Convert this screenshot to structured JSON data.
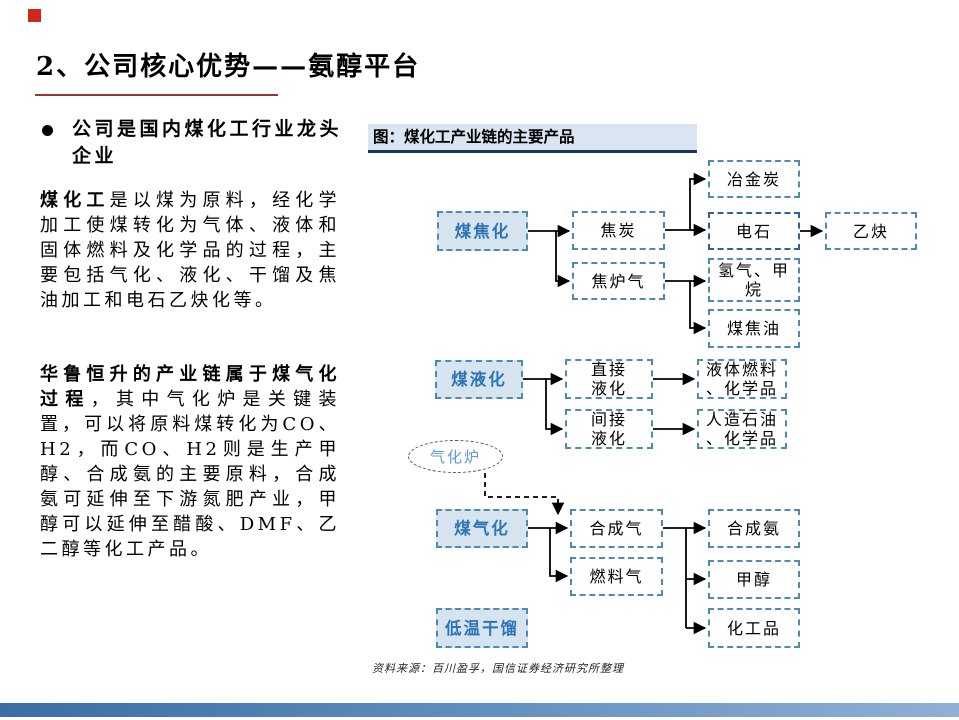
{
  "slide": {
    "title": "2、公司核心优势——氨醇平台",
    "source": "资料来源：百川盈孚，国信证券经济研究所整理"
  },
  "left_column": {
    "bullet_heading": "公司是国内煤化工行业龙头企业",
    "para1": {
      "bold": "煤化工",
      "rest": "是以煤为原料，经化学加工使煤转化为气体、液体和固体燃料及化学品的过程，主要包括气化、液化、干馏及焦油加工和电石乙炔化等。"
    },
    "para2": {
      "bold": "华鲁恒升的产业链属于煤气化过程",
      "rest": "，其中气化炉是关键装置，可以将原料煤转化为CO、H2，而CO、H2则是生产甲醇、合成氨的主要原料，合成氨可延伸至下游氮肥产业，甲醇可以延伸至醋酸、DMF、乙二醇等化工产品。"
    }
  },
  "figure": {
    "title": "图：煤化工产业链的主要产品",
    "nodes": {
      "coal_coking": "煤焦化",
      "coke": "焦炭",
      "coke_oven_gas": "焦炉气",
      "metallurgical_coke": "冶金炭",
      "calcium_carbide": "电石",
      "acetylene": "乙炔",
      "hydrogen_methane": "氢气、甲\n烷",
      "coal_tar": "煤焦油",
      "coal_liquefaction": "煤液化",
      "direct_liquefaction": "直接\n液化",
      "indirect_liquefaction": "间接\n液化",
      "liquid_fuels_chemicals": "液体燃料\n、化学品",
      "synthetic_oil_chemicals": "人造石油\n、化学品",
      "gasifier": "气化炉",
      "coal_gasification": "煤气化",
      "syngas": "合成气",
      "fuel_gas": "燃料气",
      "synthetic_ammonia": "合成氨",
      "methanol": "甲醇",
      "chemical_products": "化工品",
      "low_temperature_carbonization": "低温干馏"
    }
  },
  "colors": {
    "accent_red": "#d0261c",
    "title_underline": "#943634",
    "figure_title_bg": "#dbe5f1",
    "figure_title_border": "#17365d",
    "node_border": "#4f8bac",
    "node_border_dark": "#31618e",
    "filled_node_bg": "#d6e4f0",
    "filled_node_text": "#2e74b5",
    "gasifier_text": "#5b9bd5",
    "bottom_bar_left": "#3a6ea5",
    "bottom_bar_right": "#8fb0d6"
  }
}
